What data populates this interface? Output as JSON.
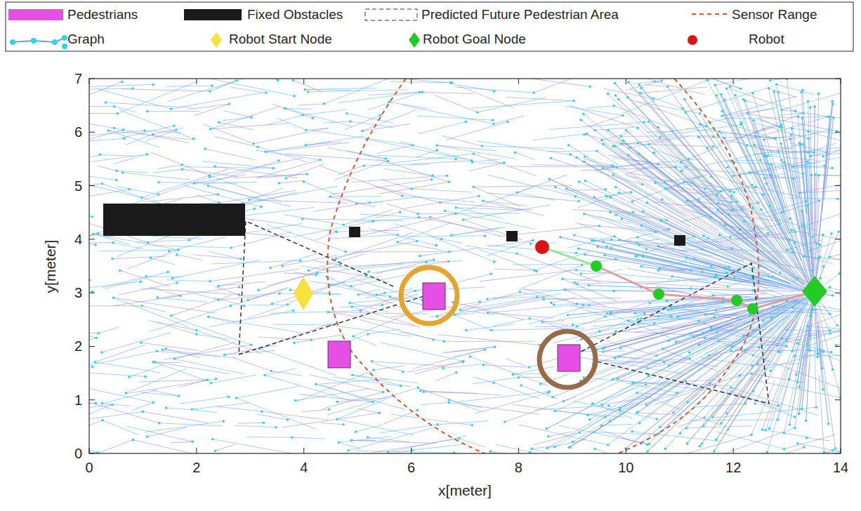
{
  "diagram": {
    "labels": [
      "0",
      "2",
      "4",
      "6",
      "8",
      "10",
      "12",
      "14",
      "0",
      "1",
      "2",
      "3",
      "4",
      "5",
      "6",
      "7",
      "x[meter]",
      "y[meter]"
    ],
    "legend": [
      {
        "text": "Pedestrians",
        "color": "#e64fe6"
      },
      {
        "text": "Fixed Obstacles",
        "color": "#1a1a1a"
      },
      {
        "text": "Predicted Future Pedestrian Area"
      },
      {
        "text": "Sensor Range"
      },
      {
        "text": "Graph"
      },
      {
        "text": "Robot Start Node"
      },
      {
        "text": "Robot Goal Node"
      },
      {
        "text": "Robot"
      }
    ]
  }
}
